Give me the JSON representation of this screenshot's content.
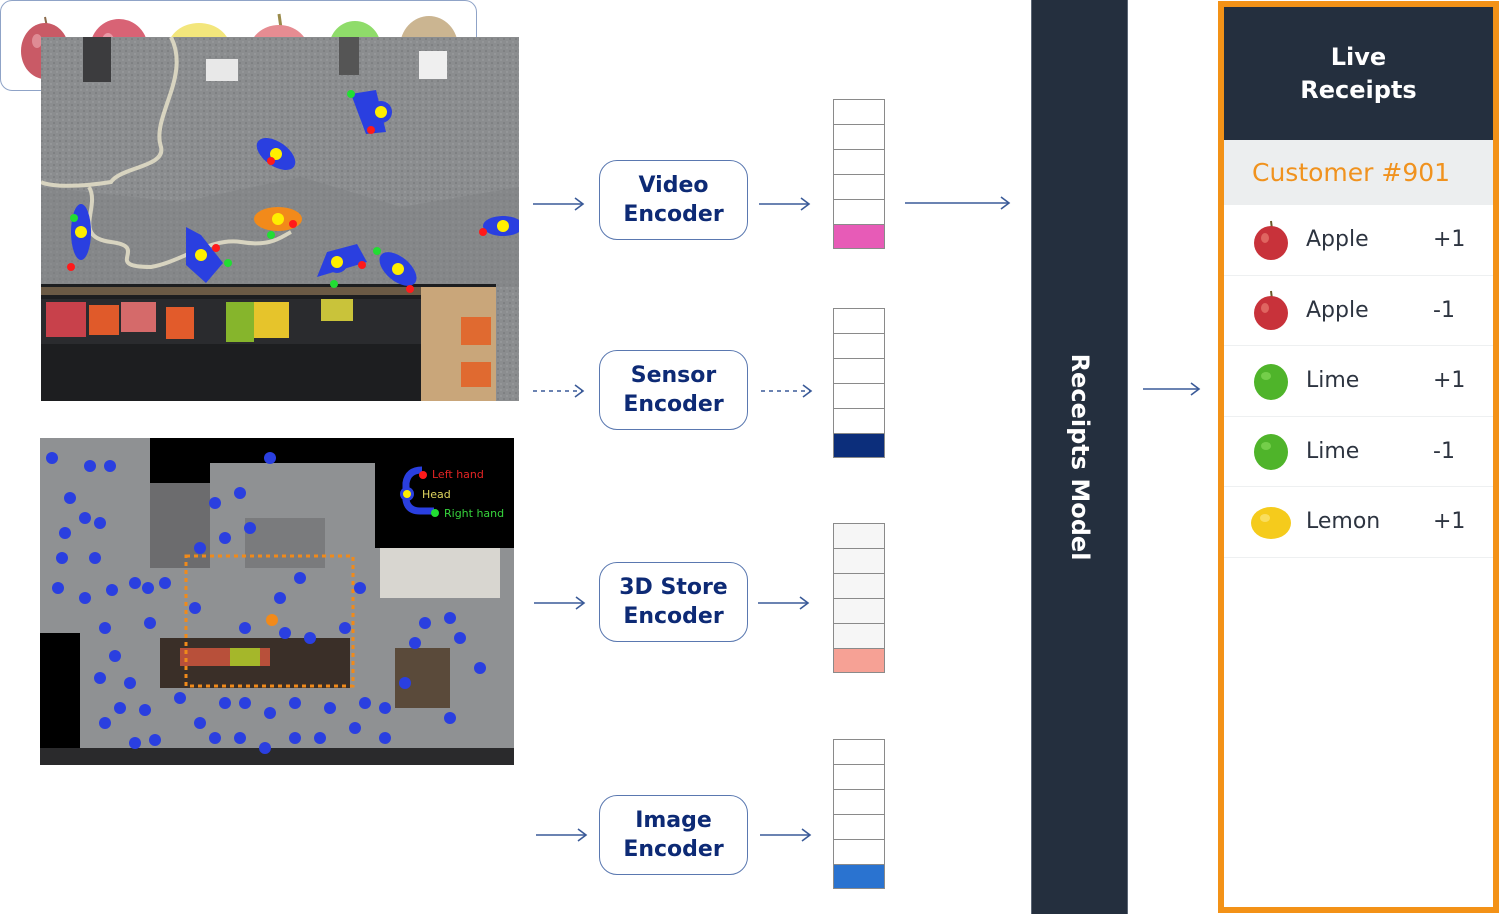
{
  "inputs": {
    "video_panel": {
      "description": "Overhead store camera view with shopper pose tracks",
      "pose_colors": {
        "body": "#2a3fe0",
        "head": "#ffee00",
        "left_hand": "#ff1a1a",
        "right_hand": "#22dd33",
        "highlight_shopper": "#f28a1a"
      }
    },
    "store_panel": {
      "description": "3D store map with many tracked shoppers",
      "legend": {
        "left_hand": "Left hand",
        "head": "Head",
        "right_hand": "Right hand"
      },
      "highlight_box_color": "#f08a1a"
    },
    "fruit_panel": {
      "items": [
        "red apple",
        "red apple",
        "lemon",
        "apple",
        "lime",
        "kiwi"
      ]
    }
  },
  "encoders": [
    {
      "line1": "Video",
      "line2": "Encoder",
      "arrow_style": "solid",
      "vector_color": "#e75bb7"
    },
    {
      "line1": "Sensor",
      "line2": "Encoder",
      "arrow_style": "dashed",
      "vector_color": "#0c2e7b"
    },
    {
      "line1": "3D Store",
      "line2": "Encoder",
      "arrow_style": "solid",
      "vector_color": "#f6a195"
    },
    {
      "line1": "Image",
      "line2": "Encoder",
      "arrow_style": "solid",
      "vector_color": "#2a73d0"
    }
  ],
  "model": {
    "label": "Receipts Model",
    "color": "#242f3e"
  },
  "receipts": {
    "title_line1": "Live",
    "title_line2": "Receipts",
    "customer": "Customer #901",
    "accent": "#f39217",
    "items": [
      {
        "fruit": "apple",
        "name": "Apple",
        "qty": "+1"
      },
      {
        "fruit": "apple",
        "name": "Apple",
        "qty": "-1"
      },
      {
        "fruit": "lime",
        "name": "Lime",
        "qty": "+1"
      },
      {
        "fruit": "lime",
        "name": "Lime",
        "qty": "-1"
      },
      {
        "fruit": "lemon",
        "name": "Lemon",
        "qty": "+1"
      }
    ]
  }
}
